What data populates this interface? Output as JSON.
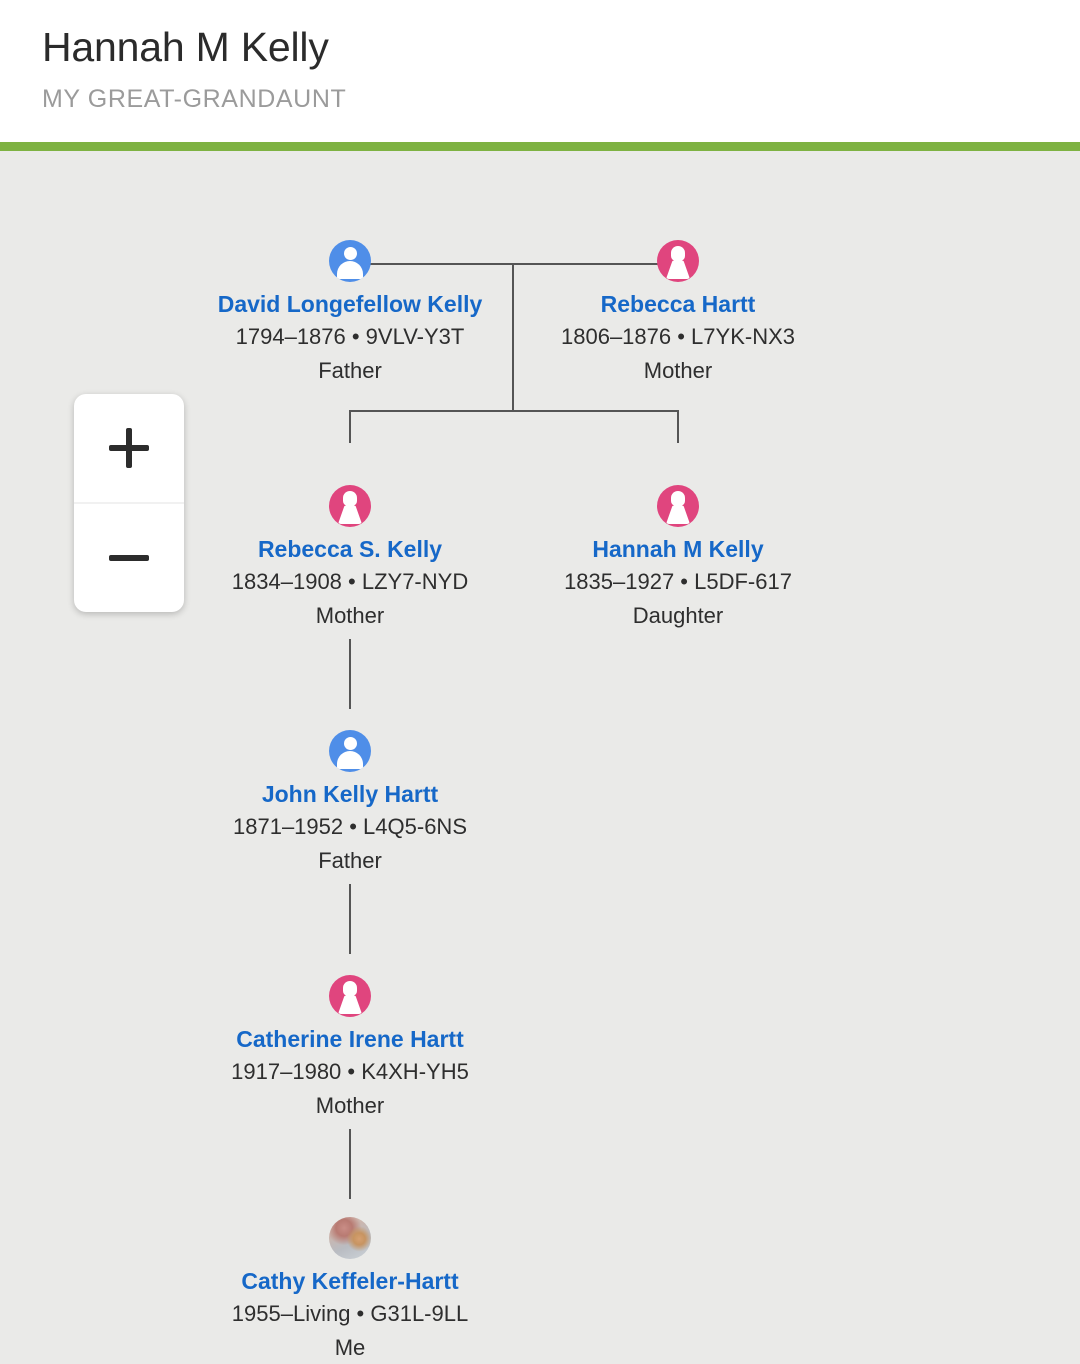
{
  "header": {
    "title": "Hannah M Kelly",
    "subtitle": "MY GREAT-GRANDAUNT",
    "accent_color": "#7eb242"
  },
  "zoom_control": {
    "zoom_in_label": "+",
    "zoom_out_label": "−",
    "zoom_in_icon": "plus-icon",
    "zoom_out_icon": "minus-icon"
  },
  "colors": {
    "canvas_background": "#eaeae8",
    "male": "#4f8ee8",
    "female": "#e0457e",
    "name_link": "#1668c8",
    "line": "#555555"
  },
  "tree": {
    "people": [
      {
        "id": "david-longefellow-kelly",
        "name": "David Longefellow Kelly",
        "dates": "1794–1876 • 9VLV-Y3T",
        "relation": "Father",
        "sex": "male",
        "avatar_type": "silhouette"
      },
      {
        "id": "rebecca-hartt",
        "name": "Rebecca Hartt",
        "dates": "1806–1876 • L7YK-NX3",
        "relation": "Mother",
        "sex": "female",
        "avatar_type": "silhouette"
      },
      {
        "id": "rebecca-s-kelly",
        "name": "Rebecca S. Kelly",
        "dates": "1834–1908 • LZY7-NYD",
        "relation": "Mother",
        "sex": "female",
        "avatar_type": "silhouette"
      },
      {
        "id": "hannah-m-kelly",
        "name": "Hannah M Kelly",
        "dates": "1835–1927 • L5DF-617",
        "relation": "Daughter",
        "sex": "female",
        "avatar_type": "silhouette"
      },
      {
        "id": "john-kelly-hartt",
        "name": "John Kelly Hartt",
        "dates": "1871–1952 • L4Q5-6NS",
        "relation": "Father",
        "sex": "male",
        "avatar_type": "silhouette"
      },
      {
        "id": "catherine-irene-hartt",
        "name": "Catherine Irene Hartt",
        "dates": "1917–1980 • K4XH-YH5",
        "relation": "Mother",
        "sex": "female",
        "avatar_type": "silhouette"
      },
      {
        "id": "cathy-keffeler-hartt",
        "name": "Cathy Keffeler-Hartt",
        "dates": "1955–Living • G31L-9LL",
        "relation": "Me",
        "sex": "female",
        "avatar_type": "photo"
      }
    ]
  }
}
